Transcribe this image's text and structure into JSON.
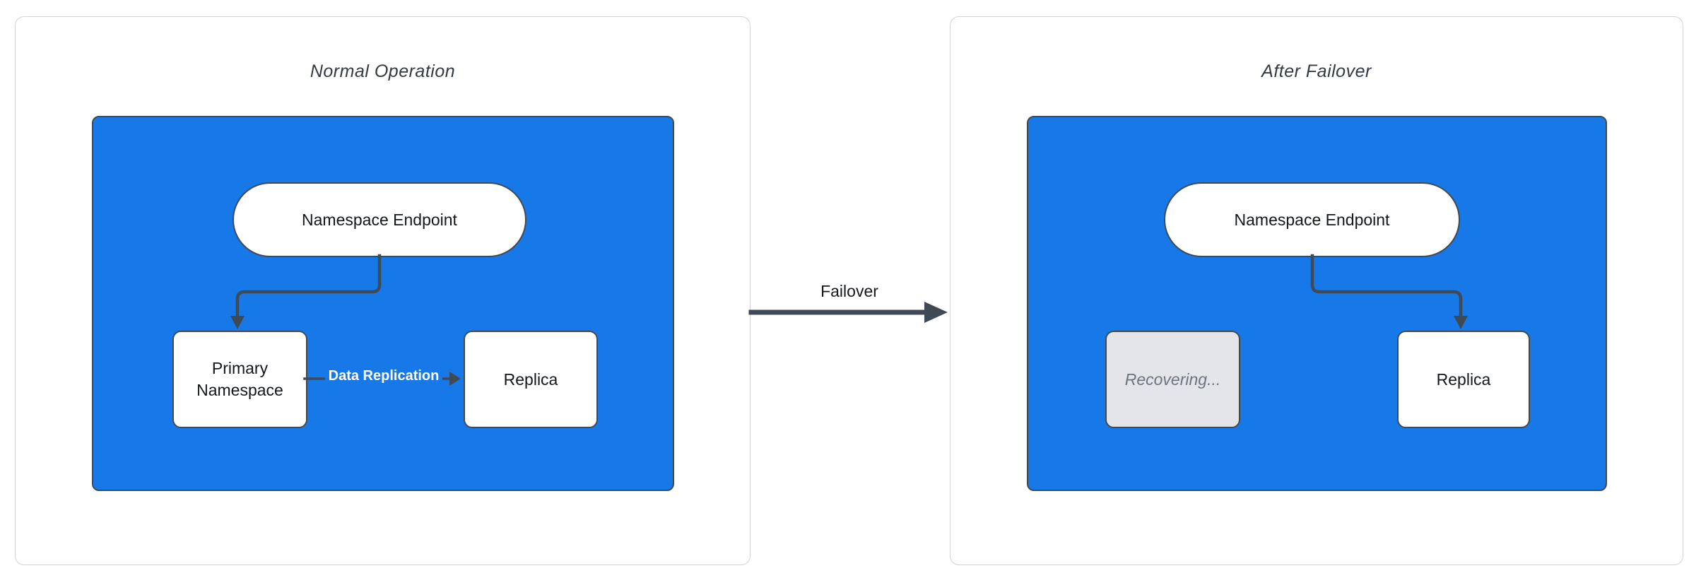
{
  "colors": {
    "blue": "#1778e8",
    "dark": "#404a55",
    "panel_border": "#d0d3d7",
    "title_text": "#333a44",
    "node_text": "#14171b",
    "edge_label_text": "#ffffff",
    "recovering_fill": "#e3e5e8",
    "recovering_text": "#6d7480",
    "white": "#ffffff"
  },
  "panels": {
    "normal": {
      "title": "Normal Operation",
      "nodes": {
        "endpoint": "Namespace Endpoint",
        "primary": "Primary Namespace",
        "replica": "Replica"
      },
      "edge_label": "Data Replication"
    },
    "failover": {
      "title": "After Failover",
      "nodes": {
        "endpoint": "Namespace Endpoint",
        "recovering": "Recovering...",
        "replica": "Replica"
      }
    }
  },
  "transition": {
    "label": "Failover"
  }
}
